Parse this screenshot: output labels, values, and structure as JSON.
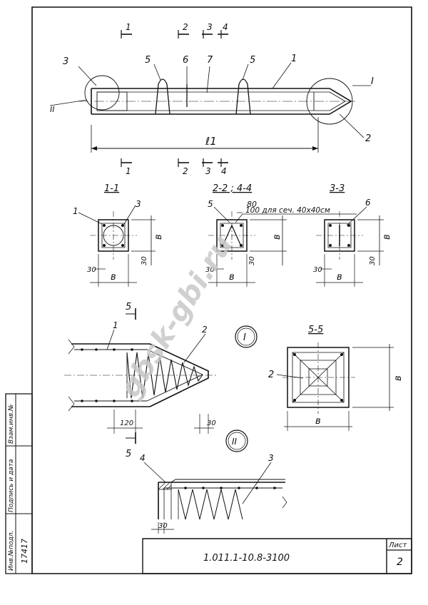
{
  "drawing": {
    "number": "1.011.1-10.8-3100",
    "sheet_label": "Лист",
    "sheet_no": "2"
  },
  "side_stamp": {
    "inv_no_label": "Инв.№подл.",
    "inv_no_value": "17417",
    "sign_label": "Подпись и дата",
    "replace_label": "Взам.инв.№"
  },
  "watermark": "gbsk-gbi.ru",
  "main_view": {
    "positions": [
      "3",
      "5",
      "6",
      "7",
      "5",
      "1",
      "2"
    ],
    "node_I": "I",
    "node_II": "II",
    "length_label": "ℓ1",
    "cuts_top": [
      "1",
      "2",
      "3",
      "4"
    ],
    "cuts_bottom": [
      "1",
      "2",
      "3",
      "4"
    ]
  },
  "sections": {
    "s11": {
      "title": "1-1",
      "pos_a": "1",
      "pos_b": "3",
      "dim_b": "в",
      "dim_side": "в",
      "dim_30a": "30",
      "dim_30b": "30"
    },
    "s22": {
      "title": "2-2 ; 4-4",
      "pos": "5",
      "dim_80": "80",
      "note": "100 для сеч. 40х40см",
      "dim_b": "в",
      "dim_side": "в",
      "dim_30a": "30",
      "dim_30b": "30"
    },
    "s33": {
      "title": "3-3",
      "pos": "6",
      "dim_b": "в",
      "dim_side": "в",
      "dim_30a": "30",
      "dim_30b": "30"
    }
  },
  "detail_I": {
    "cut_mark": "5",
    "pos_1": "1",
    "pos_2": "2",
    "node": "I",
    "dim_120": "120",
    "dim_30": "30"
  },
  "section_55": {
    "title": "5-5",
    "pos_2": "2",
    "dim_b": "в",
    "dim_side": "в"
  },
  "detail_II": {
    "node": "II",
    "pos_4": "4",
    "pos_3": "3",
    "dim_30": "30"
  }
}
